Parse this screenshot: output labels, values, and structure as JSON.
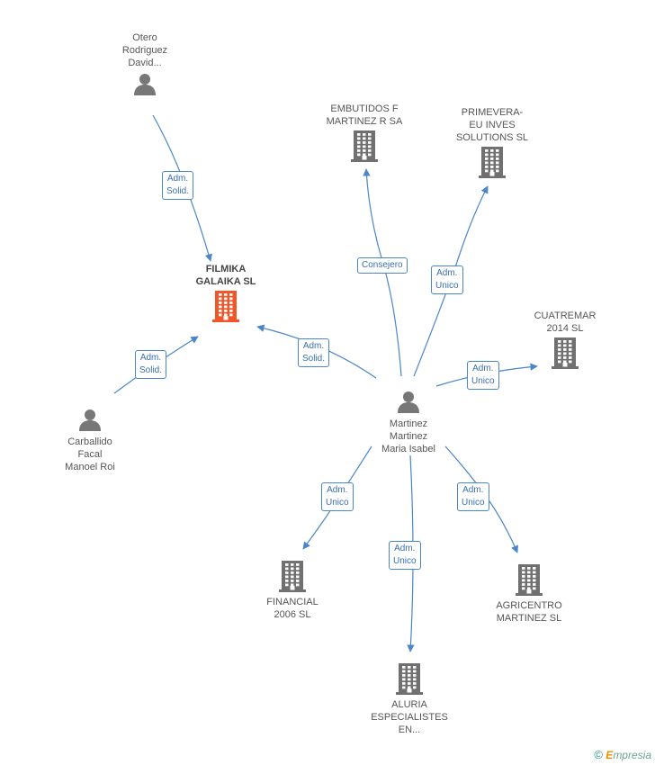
{
  "nodes": {
    "otero": {
      "label": "Otero\nRodriguez\nDavid...",
      "kind": "person"
    },
    "filmika": {
      "label": "FILMIKA\nGALAIKA SL",
      "kind": "company-main"
    },
    "carballido": {
      "label": "Carballido\nFacal\nManoel Roi",
      "kind": "person"
    },
    "embutidos": {
      "label": "EMBUTIDOS F\nMARTINEZ R SA",
      "kind": "company"
    },
    "primevera": {
      "label": "PRIMEVERA-\nEU INVES\nSOLUTIONS  SL",
      "kind": "company"
    },
    "cuatremar": {
      "label": "CUATREMAR\n2014  SL",
      "kind": "company"
    },
    "martinez": {
      "label": "Martinez\nMartinez\nMaria Isabel",
      "kind": "person"
    },
    "financial": {
      "label": "FINANCIAL\n2006  SL",
      "kind": "company"
    },
    "aluria": {
      "label": "ALURIA\nESPECIALISTES\nEN...",
      "kind": "company"
    },
    "agricentro": {
      "label": "AGRICENTRO\nMARTINEZ SL",
      "kind": "company"
    }
  },
  "edges": [
    {
      "from": "otero",
      "to": "filmika",
      "label": "Adm.\nSolid."
    },
    {
      "from": "carballido",
      "to": "filmika",
      "label": "Adm.\nSolid."
    },
    {
      "from": "martinez",
      "to": "filmika",
      "label": "Adm.\nSolid."
    },
    {
      "from": "martinez",
      "to": "embutidos",
      "label": "Consejero"
    },
    {
      "from": "martinez",
      "to": "primevera",
      "label": "Adm.\nUnico"
    },
    {
      "from": "martinez",
      "to": "cuatremar",
      "label": "Adm.\nUnico"
    },
    {
      "from": "martinez",
      "to": "financial",
      "label": "Adm.\nUnico"
    },
    {
      "from": "martinez",
      "to": "aluria",
      "label": "Adm.\nUnico"
    },
    {
      "from": "martinez",
      "to": "agricentro",
      "label": "Adm.\nUnico"
    }
  ],
  "colors": {
    "edge": "#4a86c8",
    "person": "#777777",
    "company": "#707070",
    "main": "#f0562a"
  },
  "footer": {
    "copyright": "©",
    "brand_first": "E",
    "brand_rest": "mpresia"
  }
}
